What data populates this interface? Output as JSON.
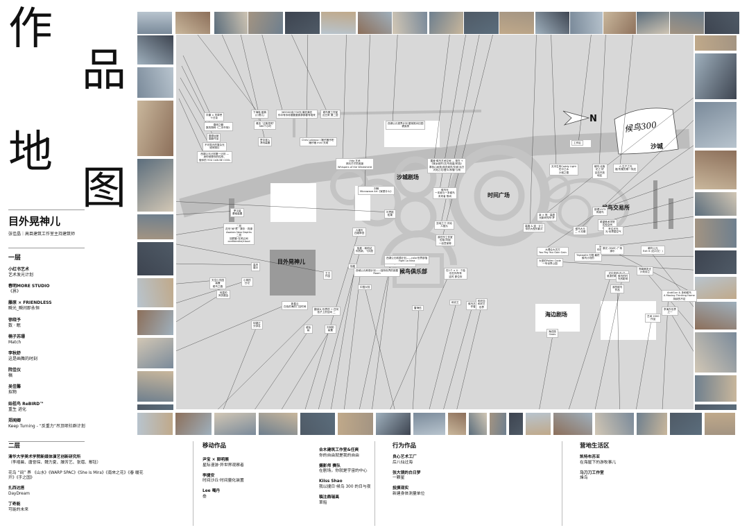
{
  "title": {
    "chars": [
      "作",
      "品",
      "地",
      "图"
    ]
  },
  "venue": {
    "name": "目外晃神儿",
    "subtitle": "张佳晶｜高目建筑工作室主持建筑师"
  },
  "floor1": {
    "label": "一层",
    "items": [
      {
        "artist": "小红书艺术",
        "work": "艺术发光计划"
      },
      {
        "artist": "春明MORE STUDIO",
        "work": "《界》"
      },
      {
        "artist": "藤原 × FRIENDLESS",
        "work": "瞬光_瞬间即永恒"
      },
      {
        "artist": "徐晓予",
        "work": "数 · 眠"
      },
      {
        "artist": "楠子苏珊",
        "work": "Match"
      },
      {
        "artist": "李秋舒",
        "work": "这是画舞的时刻"
      },
      {
        "artist": "院佳仪",
        "work": "稿"
      },
      {
        "artist": "吴佳馨",
        "work": "拟物"
      },
      {
        "artist": "始祖鸟 ReBIRD™",
        "work": "重生 进化"
      },
      {
        "artist": "郑闻卿",
        "work": "Keep Turning - “反重力”吊顶项社群计划"
      }
    ]
  },
  "floor2": {
    "label": "二层",
    "items": [
      {
        "artist": "清华大学美术学院新媒体演艺创新研究所",
        "work": "（李禧晨、唐誉琛、魏力夏、滕芳艺、张熠、鄢钰）"
      },
      {
        "artist": "",
        "work": "花鸟 “间” 界 《山水》《WARP SPAC》《She is Mira》《南來之花》《春 暖花开》《手之国》"
      },
      {
        "artist": "扎西达搭",
        "work": "DayDream"
      },
      {
        "artist": "丁奇能",
        "work": "可能的未来"
      }
    ]
  },
  "mobile_works": {
    "label": "移动作品",
    "col1": [
      {
        "artist": "尹宝 × 郭明展",
        "work": "星际漫游·异世界观察者"
      },
      {
        "artist": "李捷安",
        "work": "时间沙丘·时间量化装置"
      },
      {
        "artist": "Lee 噶丹",
        "work": "叁"
      }
    ],
    "col2": [
      {
        "artist": "合木建筑工作室&任爽",
        "work": "你的自由就是我的自由"
      },
      {
        "artist": "摄影师 赛队",
        "work": "在剧场，你就是宇宙的中心"
      },
      {
        "artist": "Kiiss Shao",
        "work": "我以捷日·候鸟 300 的日与夜"
      },
      {
        "artist": "稿注鼎瑞高",
        "work": "草船"
      }
    ]
  },
  "performance_works": {
    "label": "行为作品",
    "items": [
      {
        "artist": "良心艺术工厂",
        "work": "后八仙过海"
      },
      {
        "artist": "张大镜的白日梦",
        "work": "一颗星"
      },
      {
        "artist": "投摸现实",
        "work": "新建身体测量单位"
      }
    ]
  },
  "camp_life": {
    "label": "营地生活区",
    "items": [
      {
        "artist": "凯特布苏亚",
        "work": "在海屋下的游牧事儿"
      },
      {
        "artist": "马刀刀工作室",
        "work": "烽鸟"
      }
    ]
  },
  "map": {
    "north_label": "N",
    "logo_text": "候鸟300",
    "desert_label": "沙城",
    "zones": {
      "desert_theater": "沙城剧场",
      "time_square": "时间广场",
      "trade_hall": "候鸟交易所",
      "club": "候鸟俱乐部",
      "venue": "目外晃神儿",
      "sea_theater": "海边剧场"
    },
    "labels": [
      "华康 × 灵章誉\n十日谈",
      "春明之髓\n数的物种《二手市场》",
      "藤原运营\n摄影作品",
      "不可見光的复杂光\n塔吊照片",
      "西湖公元计划第一计划 —\n身份就是你的性别，\n做你的 YOU CAN BE COOL",
      "下海吸·盛典\n(小鸽儿)",
      "雅言 “过客混吧”\n380个小时",
      "梦中漫入\n漂洗装置",
      "365500米/730天/满充满充\n你中有你你要要要那那那都有啥来",
      "候鸟蛋工作室\n近日来 第二层",
      "Chris Labrooy / 猪仔猪仔吧 ·\n猪仔猪 mini 天网",
      "西湖公元视界计划·屋架推对旧园\n健身房",
      "工作区",
      "Vida 艺术\n风吹芒芒的宽度\nWhispers of the Windshield",
      "刘畅\nMicrowave Art《家是什么》",
      "叶思帆\n松果",
      "露营·候鸟艺术空间 — 现在 +\n《家乡城市/共/乌桕香/风色》\n寒色山树林/观念城市/华城·远方\n大地之花/爱众/林雪门/雨",
      "候鸟光\n一本吴与一本候鸟\n未来者 蔡尚",
      "亚地之汀·天地\n人宿为",
      "我在所工作室\n也相 同旭\n一创意家旁",
      "无中生有Coddy Light\n在中之水\n沙城之雪",
      "朝鸟·北鱼\n花之·好\n百花开放\n地区",
      "人·生产之光\n福·所集的第一传送",
      "幸 × 熊 · 高原\n光影研究所·梦",
      "候鸟大元\n二 4 月期",
      "高旗 & 迪 · 计工\n你的大型的影片",
      "大理论大艺打\nYou Pay You Gain Gain",
      "那理1973\n有候鸟",
      "希望美术学院\n实验空间\n场和剧场",
      "来往光光\n光·世界国空气",
      "郑仪 · 最初下文\n你的火的花的 Gain",
      "Triptealth 行程·最终\n候鸟计划的",
      "大型的Pollen Code\n一号世界公园",
      "原光 (HWE) 广场\n源乐",
      "朝鸟公元\nExit It (出口文！)",
      "郑闻卿发光\n计划设立",
      "二层\n花鸟\"间\"界 · 清华 · 同源\nAwaken New Depths\n二层\n回顾影·在风云间\nconfidential/cloud",
      "罗汉装\n基础装置",
      "高杰\n展示",
      "天空小鸟园\n装置\n候鸟之路",
      "小明的\n日记",
      "何嘉的\n风的展会",
      "新星云\n白色的海的门当时间",
      "翻译大·世界的 + 任何\n色子上的空间 二",
      "仰望正\n分钟名",
      "戚仙\n装",
      "刘何彬\n装置",
      "王五\n作品",
      "九福天\n四维审查",
      "独星 - 和他站\n你的新，飞向您",
      "独星",
      "西域公元和观计划——独特世界的部屋\nRoom",
      "和它美工\nYou Pay You Gain Gain",
      "西湖公元和源计划——color世界部落\nFight La Nina",
      "在1个 × 0 · 个独\n也在你所有\n这时 那位你",
      "中国大陆",
      "雷海伍",
      "和光王",
      "候鸟艺术\n作者",
      "和光自\n和光王\n世界",
      "艺术 2000\n作品",
      "AndiGun & 多和候鸟\nA Moving Thinking Home\n持续的不定",
      "李海东世界\n之一",
      "光中央和·石·门\n吴浙的和世纪之后",
      "候鸟的村\n光的影响",
      "我的候鸟\n作品",
      "海边馆\nOasis"
    ]
  }
}
